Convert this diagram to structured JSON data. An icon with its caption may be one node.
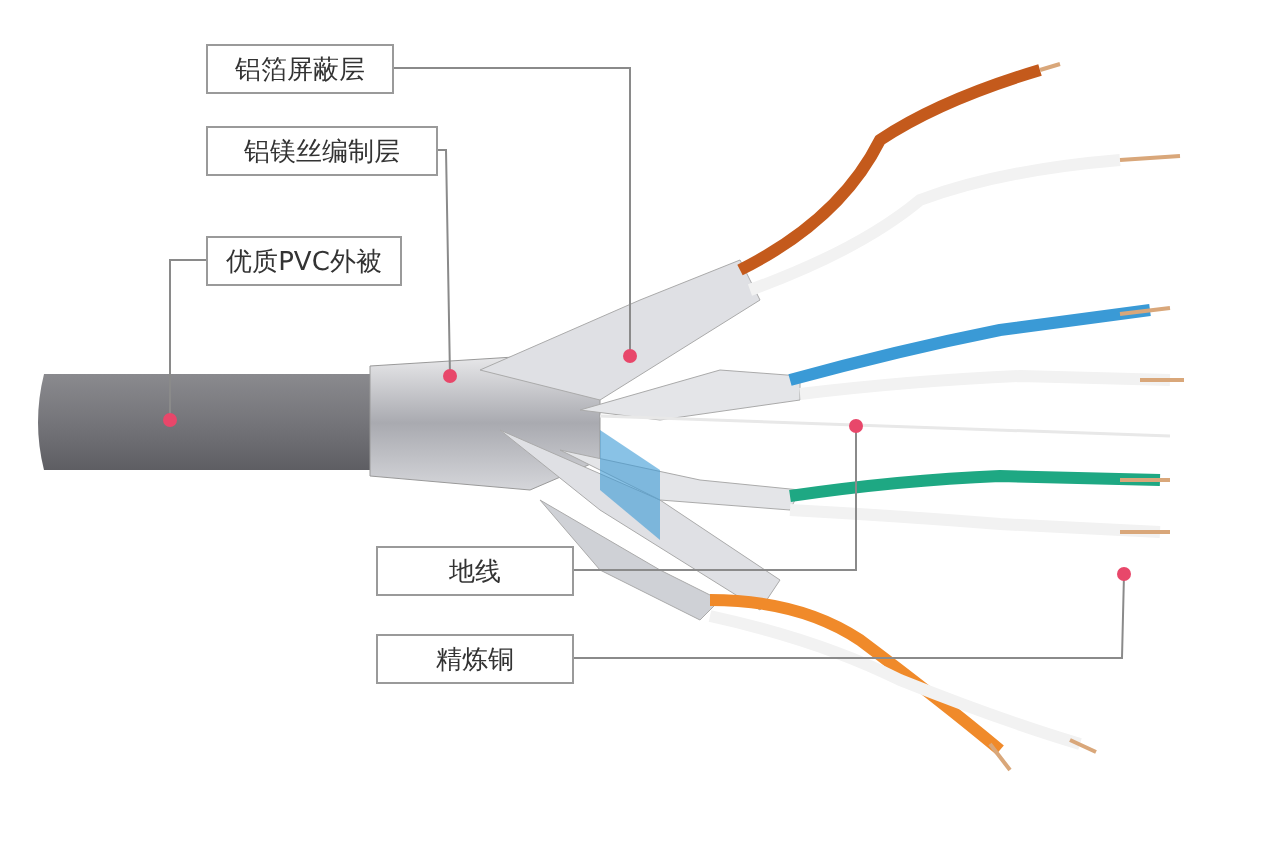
{
  "diagram": {
    "nodes": [
      {
        "text": [
          "铝箔屏蔽层"
        ]
      },
      {
        "text": [
          "铝镁丝编制层"
        ]
      },
      {
        "text": [
          "优质PVC外被"
        ]
      },
      {
        "text": [
          "地线"
        ]
      },
      {
        "text": [
          "精炼铜"
        ]
      }
    ],
    "edges": [
      {
        "from": 0,
        "to": null,
        "arrow": "other"
      },
      {
        "from": 1,
        "to": null,
        "arrow": "other"
      },
      {
        "from": 2,
        "to": null,
        "arrow": "other"
      },
      {
        "from": 3,
        "to": null,
        "arrow": "other"
      },
      {
        "from": 4,
        "to": null,
        "arrow": "other"
      }
    ]
  }
}
